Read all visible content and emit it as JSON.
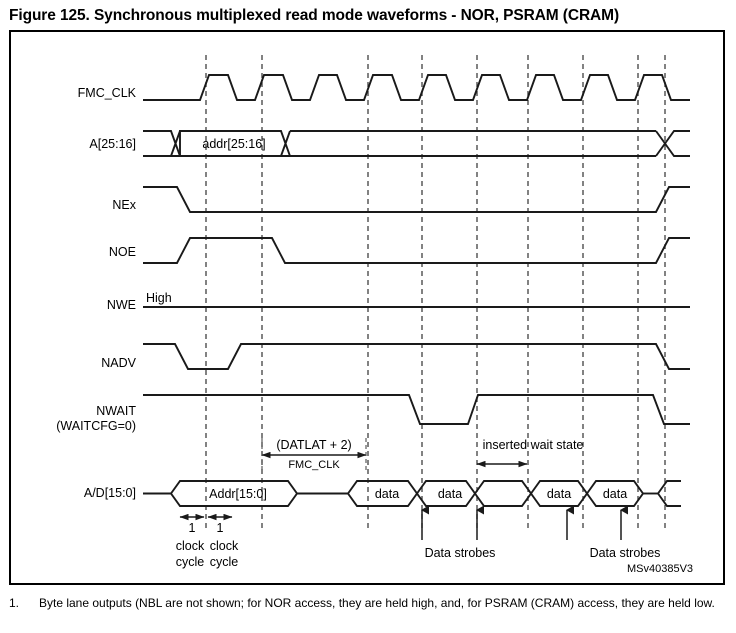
{
  "figure": {
    "caption": "Figure 125. Synchronous multiplexed read mode waveforms - NOR, PSRAM (CRAM)",
    "watermark": "MSv40385V3"
  },
  "signals": [
    {
      "name": "FMC_CLK",
      "name2": ""
    },
    {
      "name": "A[25:16]",
      "name2": ""
    },
    {
      "name": "NEx",
      "name2": ""
    },
    {
      "name": "NOE",
      "name2": ""
    },
    {
      "name": "NWE",
      "name2": ""
    },
    {
      "name": "NADV",
      "name2": ""
    },
    {
      "name": "NWAIT",
      "name2": "(WAITCFG=0)"
    },
    {
      "name": "A/D[15:0]",
      "name2": ""
    }
  ],
  "bus_values": {
    "addr_high": "addr[25:16]",
    "addr_low": "Addr[15:0]",
    "data": "data"
  },
  "annotations": {
    "nwe_high": "High",
    "datlat": "(DATLAT + 2)",
    "datlat_unit": "FMC_CLK",
    "inserted_wait": "inserted wait state",
    "clock_cycle_count": "1",
    "clock_cycle_line1": "clock",
    "clock_cycle_line2": "cycle",
    "data_strobes": "Data strobes"
  },
  "footnote": {
    "number": "1.",
    "text": "Byte lane outputs (NBL are not shown; for NOR access, they are held high, and, for PSRAM (CRAM) access, they are held low."
  },
  "colors": {
    "stroke": "#1a1a1a",
    "grid": "#555555",
    "frame": "#000000",
    "background": "#ffffff"
  }
}
